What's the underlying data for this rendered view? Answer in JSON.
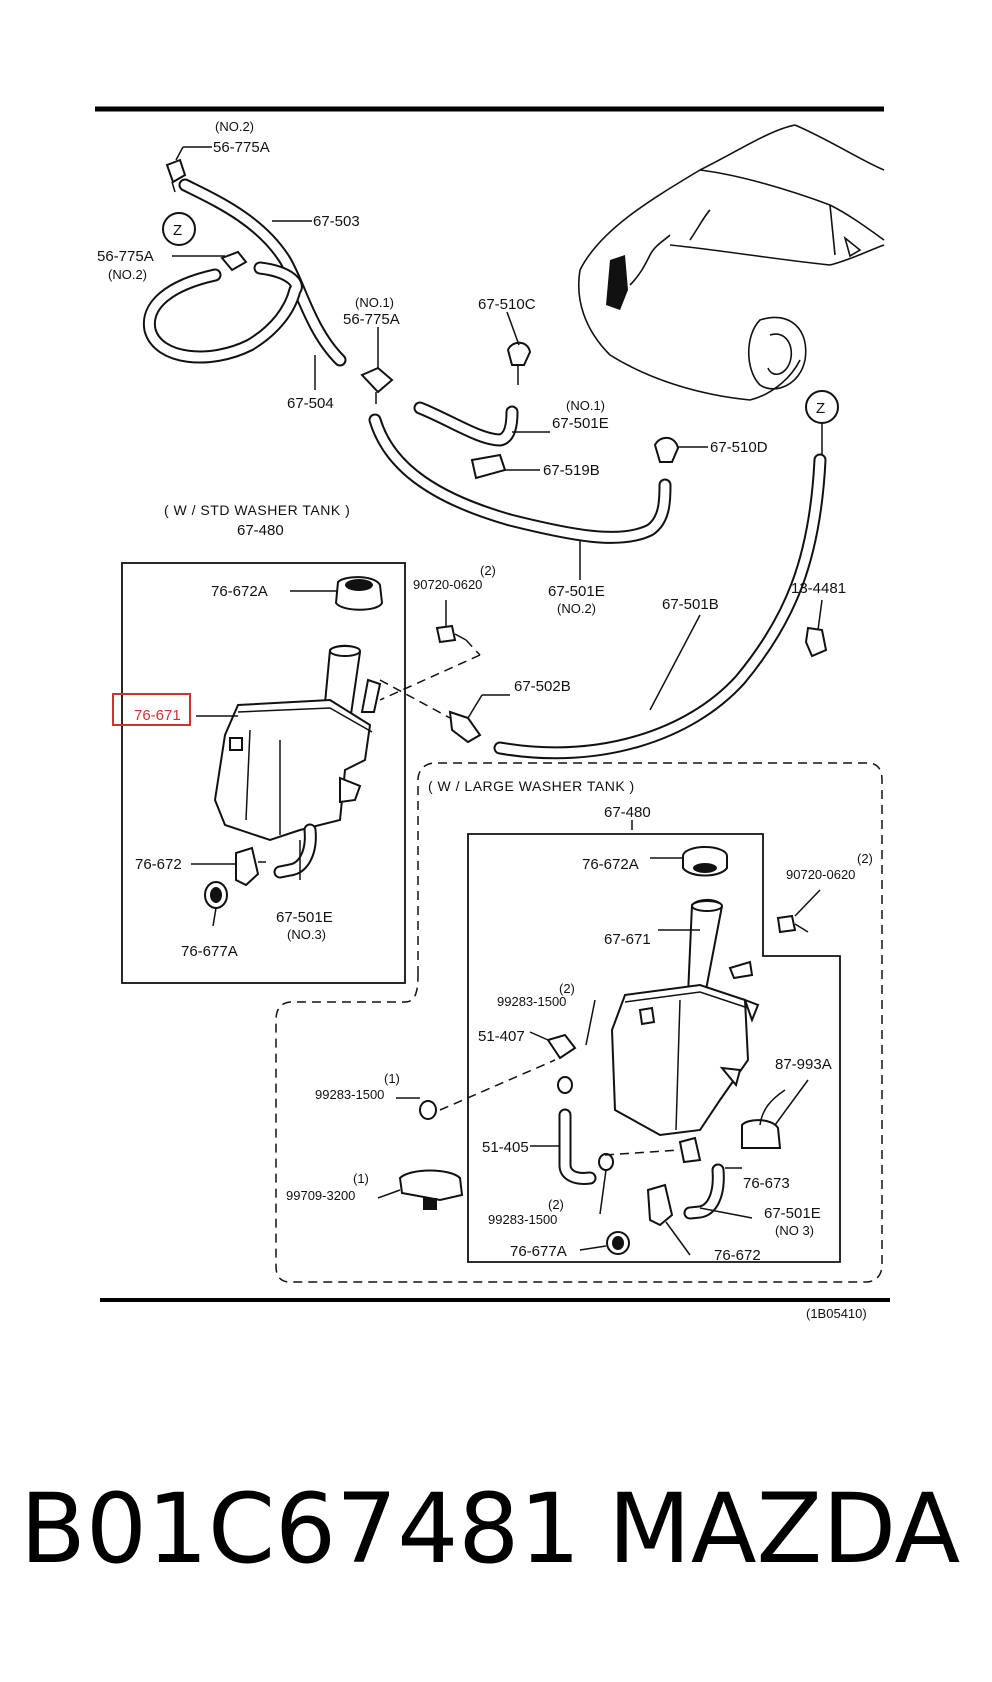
{
  "labels": {
    "no2_top": "(NO.2)",
    "p56775a_top": "56-775A",
    "p67503": "67-503",
    "z_left": "Z",
    "p56775a_mid": "56-775A",
    "no2_mid": "(NO.2)",
    "no1_a": "(NO.1)",
    "p56775a_no1": "56-775A",
    "p67504": "67-504",
    "p67510c": "67-510C",
    "no1_b": "(NO.1)",
    "p67501e_top": "67-501E",
    "p67519b": "67-519B",
    "p67510d": "67-510D",
    "z_right": "Z",
    "std_title": "( W / STD WASHER TANK )",
    "std_code": "67-480",
    "std_76672a": "76-672A",
    "qty2_a": "(2)",
    "p907200620_a": "90720-0620",
    "p67501e_no2": "67-501E",
    "no2_lower": "(NO.2)",
    "p67501b": "67-501B",
    "p134481": "13-4481",
    "p67502b": "67-502B",
    "highlight_76671": "76-671",
    "std_76672": "76-672",
    "std_67501e": "67-501E",
    "no3_std": "(NO.3)",
    "std_76677a": "76-677A",
    "large_title": "( W / LARGE WASHER TANK )",
    "large_code": "67-480",
    "large_76672a": "76-672A",
    "qty2_b": "(2)",
    "p907200620_b": "90720-0620",
    "large_67671": "67-671",
    "qty2_c": "(2)",
    "p992831500_a": "99283-1500",
    "p51407": "51-407",
    "p87993a": "87-993A",
    "qty1_a": "(1)",
    "p992831500_b": "99283-1500",
    "p51405": "51-405",
    "p76673": "76-673",
    "qty2_d": "(2)",
    "p992831500_c": "99283-1500",
    "large_67501e": "67-501E",
    "no3_large": "(NO 3)",
    "qty1_b": "(1)",
    "p997093200": "99709-3200",
    "large_76677a": "76-677A",
    "large_76672": "76-672",
    "figure_code": "(1B05410)"
  },
  "footer": {
    "part_number": "B01C67481",
    "brand": "MAZDA"
  },
  "colors": {
    "highlight": "#d23030",
    "line": "#111111"
  }
}
